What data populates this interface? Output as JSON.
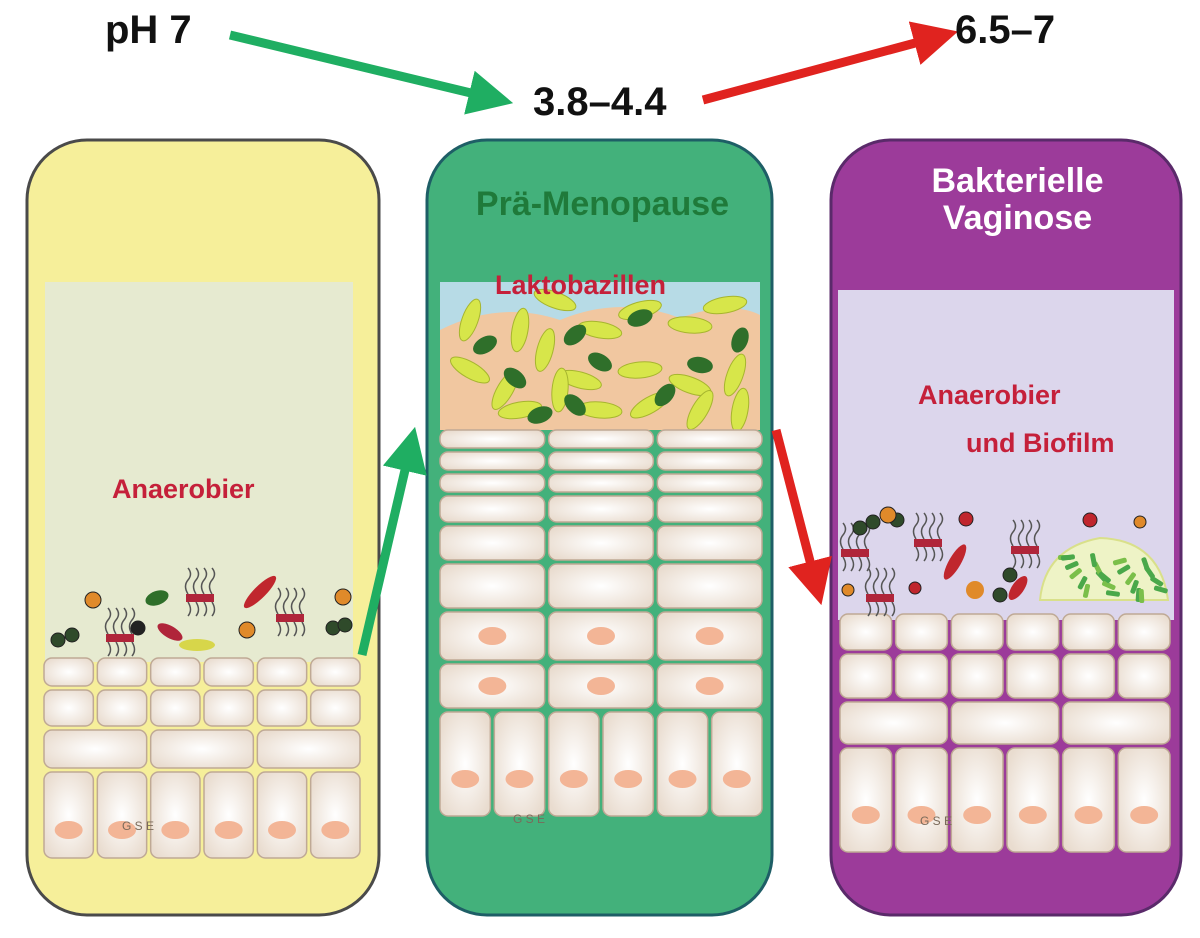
{
  "ph_values": {
    "left": "pH  7",
    "middle": "3.8–4.4",
    "right": "6.5–7"
  },
  "panels": {
    "left": {
      "label": "Anaerobier",
      "color": "#f6ef9a"
    },
    "middle": {
      "title": "Prä-Menopause",
      "label": "Laktobazillen",
      "color": "#43b17b"
    },
    "right": {
      "title_line1": "Bakterielle",
      "title_line2": "Vaginose",
      "label_line1": "Anaerobier",
      "label_line2": "und Biofilm",
      "color": "#9c3b9a"
    }
  },
  "cell_label": "G S E",
  "colors": {
    "green_arrow": "#1fae62",
    "red_arrow": "#e0231f",
    "label_red": "#c5203a",
    "title_green": "#1f7a3a"
  }
}
